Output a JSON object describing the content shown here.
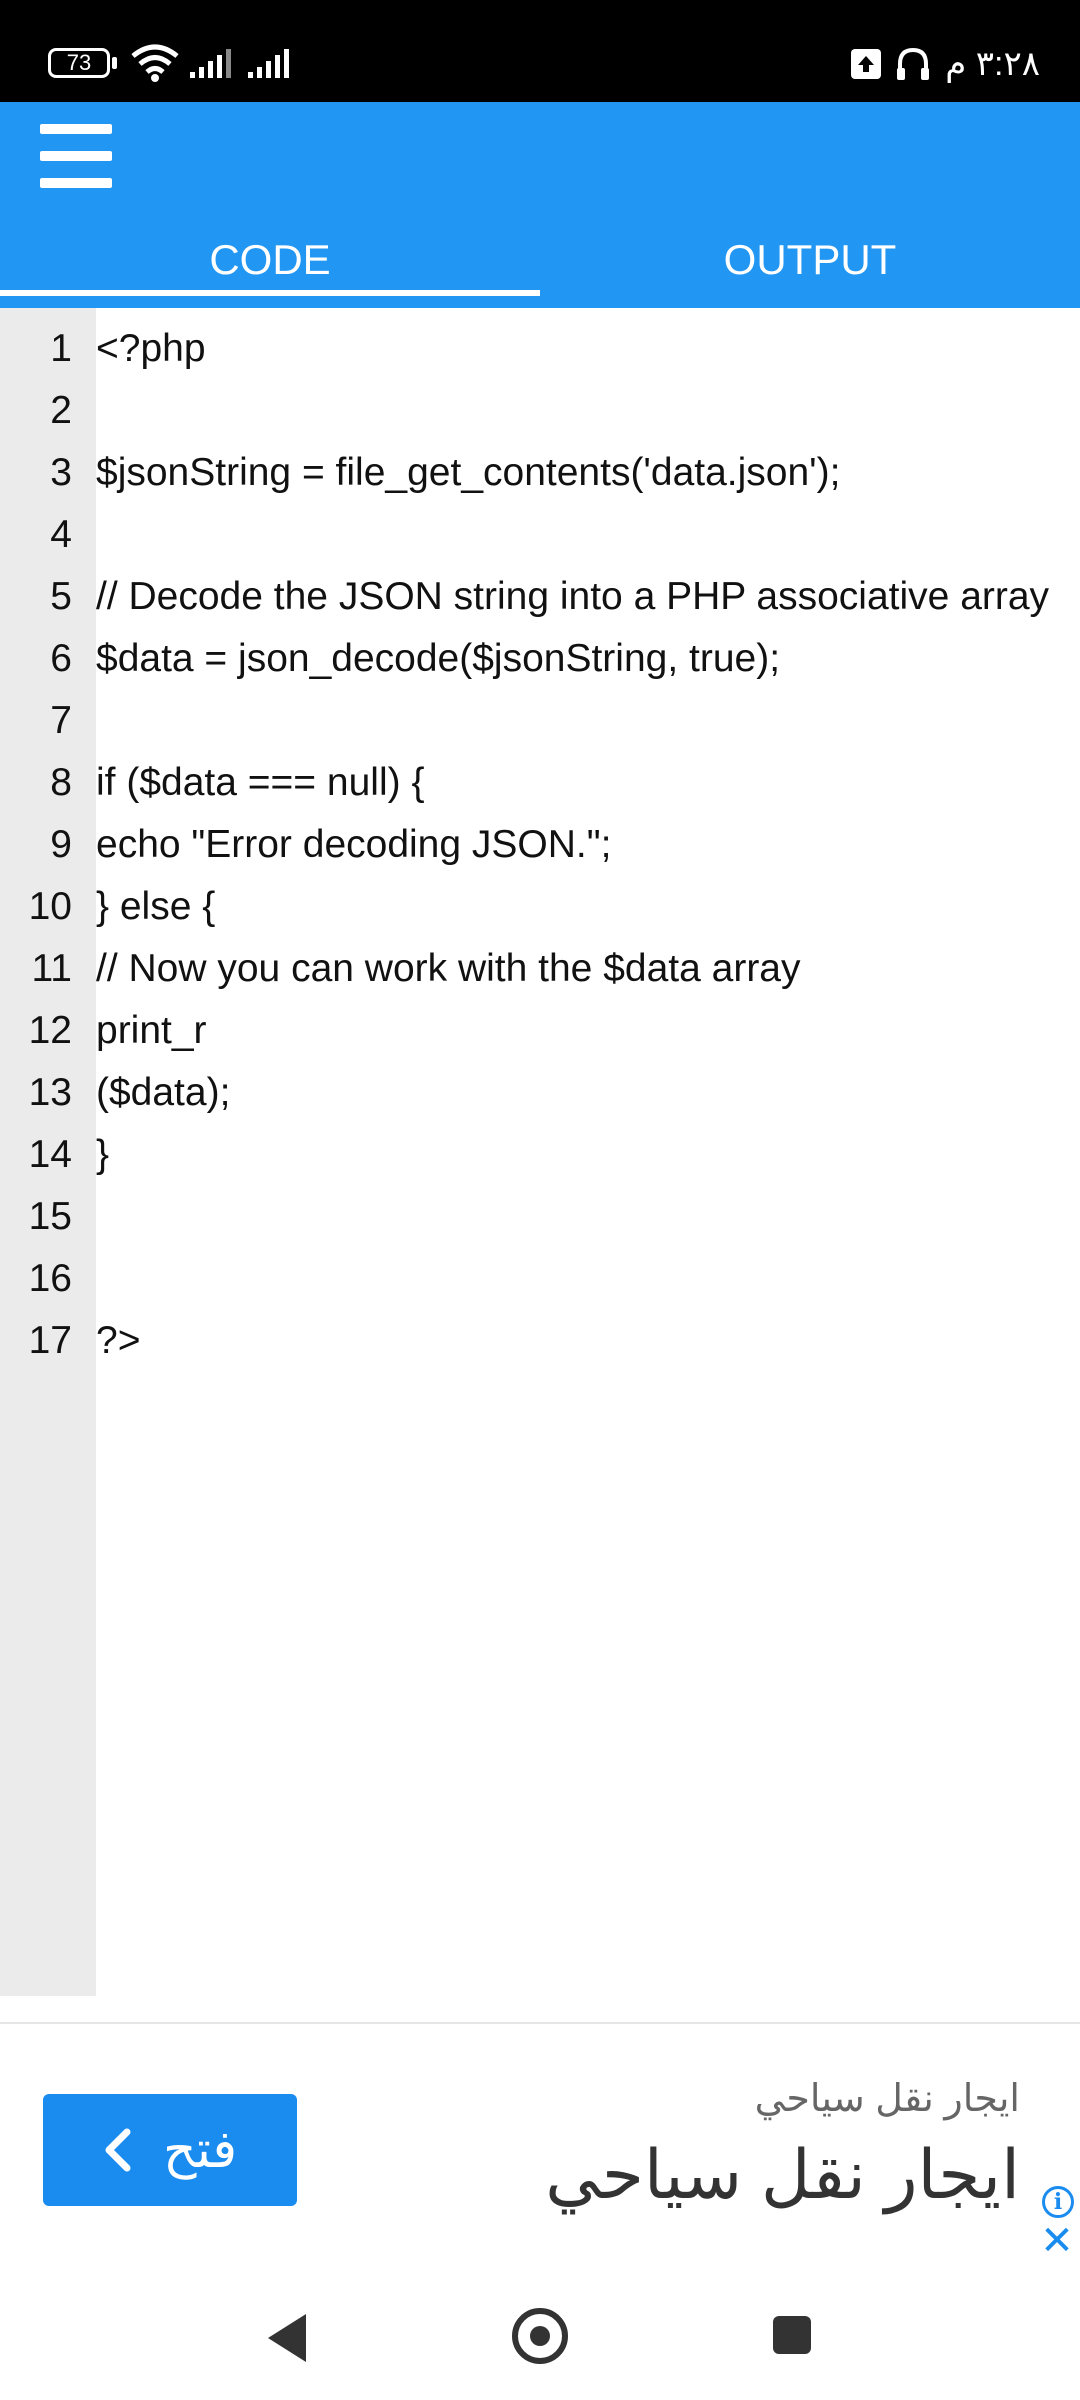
{
  "status_bar": {
    "battery": "73",
    "time": "٣:٢٨ م"
  },
  "tabs": [
    {
      "label": "CODE",
      "selected": true
    },
    {
      "label": "OUTPUT",
      "selected": false
    }
  ],
  "editor": {
    "lines": [
      {
        "num": "1",
        "text": "<?php"
      },
      {
        "num": "2",
        "text": ""
      },
      {
        "num": "3",
        "text": "$jsonString = file_get_contents('data.json');"
      },
      {
        "num": "4",
        "text": ""
      },
      {
        "num": "5",
        "text": "// Decode the JSON string into a PHP associative array"
      },
      {
        "num": "6",
        "text": "$data = json_decode($jsonString, true);"
      },
      {
        "num": "7",
        "text": ""
      },
      {
        "num": "8",
        "text": "if ($data === null) {"
      },
      {
        "num": "9",
        "text": "echo \"Error decoding JSON.\";"
      },
      {
        "num": "10",
        "text": "} else {"
      },
      {
        "num": "11",
        "text": "// Now you can work with the $data array"
      },
      {
        "num": "12",
        "text": "print_r"
      },
      {
        "num": "13",
        "text": "($data);"
      },
      {
        "num": "14",
        "text": "}"
      },
      {
        "num": "15",
        "text": ""
      },
      {
        "num": "16",
        "text": ""
      },
      {
        "num": "17",
        "text": "?>"
      }
    ]
  },
  "ad": {
    "button_label": "فتح",
    "small_text": "ايجار نقل سياحي",
    "large_text": "ايجار نقل سياحي"
  },
  "colors": {
    "accent": "#2196f3",
    "ad_button": "#1a8cf0",
    "gutter": "#ebebeb"
  }
}
